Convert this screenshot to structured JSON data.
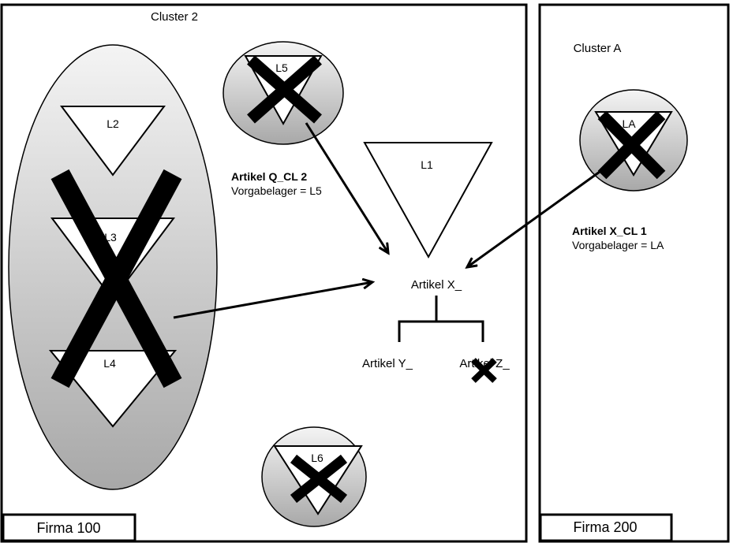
{
  "firma_left": {
    "label": "Firma 100"
  },
  "firma_right": {
    "label": "Firma 200"
  },
  "cluster_left": {
    "title": "Cluster 2"
  },
  "cluster_right": {
    "title": "Cluster A"
  },
  "warehouses": {
    "l1": "L1",
    "l2": "L2",
    "l3": "L3",
    "l4": "L4",
    "l5": "L5",
    "l6": "L6",
    "la": "LA"
  },
  "article_q": {
    "name": "Artikel Q_CL 2",
    "default": "Vorgabelager = L5"
  },
  "article_x_cl": {
    "name": "Artikel X_CL 1",
    "default": "Vorgabelager = LA"
  },
  "bom": {
    "parent": "Artikel X_",
    "child_left": "Artikel Y_",
    "child_right": "Artikel Z_"
  },
  "colors": {
    "stroke": "#000000",
    "background": "#ffffff",
    "gradient_light": "#f2f2f2",
    "gradient_dark": "#a6a6a6"
  }
}
